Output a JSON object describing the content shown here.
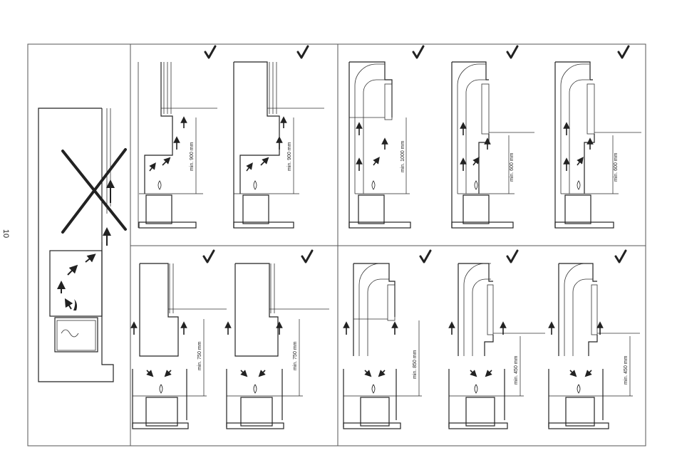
{
  "page": {
    "number": "10"
  },
  "dimensions": {
    "a1": "min. 900 mm",
    "a2": "min. 900 mm",
    "a3": "min. 1000 mm",
    "a4": "min. 600 mm",
    "a5": "min. 600 mm",
    "b1": "min. 750 mm",
    "b2": "min. 750 mm",
    "b3": "min. 850 mm",
    "b4": "min. 450 mm",
    "b5": "min. 450 mm"
  },
  "status": {
    "forbidden": "forbidden-x-mark",
    "approved": "approved-check-mark"
  }
}
